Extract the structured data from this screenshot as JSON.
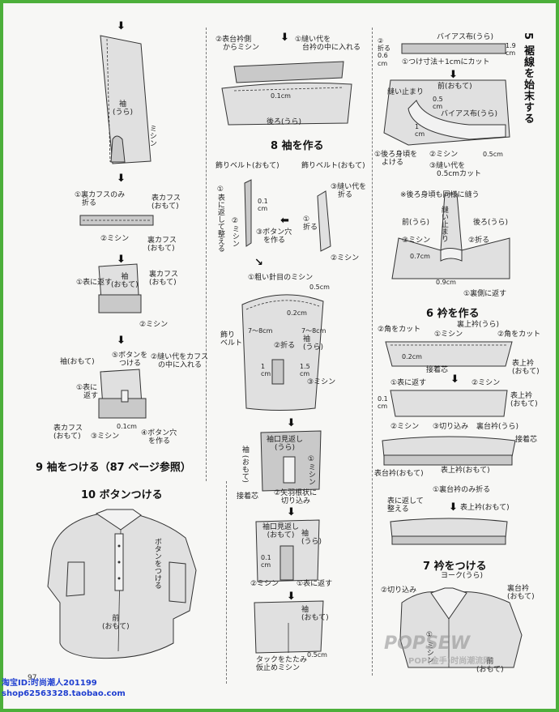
{
  "left": {
    "sleeve": "袖\n(うら)",
    "mishin1": "ミシン",
    "cuff_step1": "①裏カフスのみ\n　折る",
    "omote_cuff": "表カフス\n(おもて)",
    "mishin2": "②ミシン",
    "ura_cuff": "裏カフス\n(おもて)",
    "sleeve_omote": "袖\n(おもて)",
    "ura_cuff_v": "裏カフス\n(おもて)",
    "flip1": "①表に返す",
    "mishin3": "②ミシン",
    "sleeve_omote2": "袖(おもて)",
    "button_attach": "⑤ボタンを\n　つける",
    "nuishiro": "②縫い代をカフス\n　の中に入れる",
    "flip2": "①表に\n　返す",
    "measure_01": "0.1cm",
    "omote_cuff2": "表カフス\n(おもて)",
    "mishin4": "③ミシン",
    "buttonhole": "④ボタン穴\n　を作る",
    "heading9": "9 袖をつける（87 ページ参照）",
    "heading10": "10 ボタンつける",
    "button_attach_v": "ボタンをつける",
    "front": "前\n(おもて)",
    "page_number": "97"
  },
  "middle": {
    "step2_label": "②表台衿側\n　からミシン",
    "step1_label": "①縫い代を\n　台衿の中に入れる",
    "measure_01": "0.1cm",
    "back": "後ろ(うら)",
    "heading8": "8 袖を作る",
    "belt_omote1": "飾りベルト(おもて)",
    "belt_omote2": "飾りベルト(おもて)",
    "fold_flip": "①表に返して整える",
    "measure_v1": "0.1\ncm",
    "mishin_v": "②ミシン",
    "fold_nuishiro": "③縫い代を\n　折る",
    "fold1": "①\n折る",
    "buttonhole": "③ボタン穴\n　を作る",
    "mishin2": "②ミシン",
    "coarse": "①粗い針目のミシン",
    "m05": "0.5cm",
    "m02": "0.2cm",
    "m78a": "7〜8cm",
    "m78b": "7〜8cm",
    "belt_v": "飾り\nベルト",
    "fold2": "②折る",
    "sleeve_v": "袖\n(うら)",
    "m1": "1\ncm",
    "m15": "1.5\ncm",
    "mishin3": "③ミシン",
    "facing1": "袖口見返し\n(うら)",
    "sleeve_omote": "袖\n(おもて)",
    "mishin_v2": "①ミシン",
    "interface": "接着芯",
    "yabane": "②矢羽根状に\n　切り込み",
    "facing2": "袖口見返し\n(おもて)",
    "sleeve_ura2": "袖\n(うら)",
    "m01b": "0.1\ncm",
    "mishin4": "②ミシン",
    "flip": "①表に返す",
    "sleeve_omote3": "袖\n(おもて)",
    "m05b": "0.5cm",
    "tuck": "タックをたたみ\n仮止めミシン"
  },
  "right": {
    "m06": "②\n折る\n0.6\ncm",
    "bias": "バイアス布(うら)",
    "m19": "1.9\ncm",
    "cut": "①つけ寸法＋1cmにカット",
    "heading5": "5 裾線を始末する",
    "nuidomari": "縫い止まり",
    "front_omote": "前(おもて)",
    "m05": "0.5\ncm",
    "bias_ura": "バイアス布(うら)",
    "m1": "1\ncm",
    "m05b": "0.5cm",
    "back_fold": "①後ろ身頃を\n　よける",
    "mishin2": "②ミシン",
    "nuishiro_cut": "③縫い代を\n　0.5cmカット",
    "note": "※後ろ身頃も同様に縫う",
    "front_ura": "前(うら)",
    "nuidomari_v": "縫い止まり",
    "back_ura": "後ろ(うら)",
    "mishin3": "③ミシン",
    "fold2": "②折る",
    "m07": "0.7cm",
    "m09": "0.9cm",
    "flip_back": "①裏側に返す",
    "heading6": "6 衿を作る",
    "corner_cut1": "②角をカット",
    "ura_collar": "裏上衿(うら)",
    "corner_cut2": "②角をカット",
    "mishin1": "①ミシン",
    "m02": "0.2cm",
    "interface1": "接着芯",
    "omote_collar_v": "表上衿\n(おもて)",
    "flip1": "①表に返す",
    "mishin2b": "②ミシン",
    "m01": "0.1\ncm",
    "omote_collar_v2": "表上衿\n(おもて)",
    "mishin2c": "②ミシン",
    "kirikomi": "③切り込み",
    "ura_stand": "裏台衿(うら)",
    "interface2": "接着芯",
    "omote_stand": "表台衿(おもて)",
    "omote_collar": "表上衿(おもて)",
    "fold_stand": "①裏台衿のみ折る",
    "flip_arrange": "表に返して\n整える",
    "omote_collar2": "表上衿(おもて)",
    "heading7": "7 衿をつける",
    "yoke": "ヨーク(うら)",
    "kirikomi2": "②切り込み",
    "ura_stand2": "裏台衿\n(おもて)",
    "mishin_v": "①\nミシン",
    "front_omote2": "前\n(おもて)"
  },
  "footer": {
    "line1": "淘宝ID:时尚潮人201199",
    "line2": "shop62563328.taobao.com"
  },
  "watermark": "POPSEW",
  "watermark_sub": "POP(金手)时尚潮流网"
}
